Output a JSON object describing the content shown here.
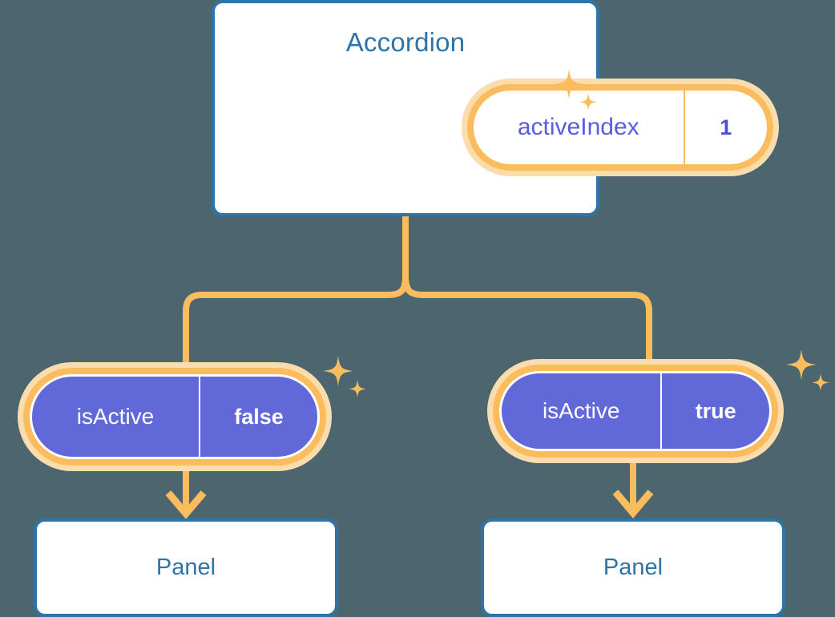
{
  "meta": {
    "title": "Accordion component state tree",
    "background_color": "#4c6670"
  },
  "colors": {
    "background": "#4c6670",
    "card_border": "#2d74a8",
    "card_text": "#2d74a8",
    "card_fill": "#ffffff",
    "pill_ring_outer": "#fbddad",
    "pill_ring_inner": "#fbbc5e",
    "pill_purple_fill": "#6169d9",
    "pill_purple_text": "#ffffff",
    "pill_white_fill": "#ffffff",
    "pill_white_key_text": "#5b5be0",
    "pill_white_value_text": "#4b4bdc",
    "connector": "#fbbc5e",
    "sparkle": "#fbbc5e"
  },
  "parent": {
    "title": "Accordion",
    "state": {
      "key": "activeIndex",
      "value": "1"
    }
  },
  "children": [
    {
      "id": "left",
      "state": {
        "key": "isActive",
        "value": "false"
      },
      "panel_label": "Panel"
    },
    {
      "id": "right",
      "state": {
        "key": "isActive",
        "value": "true"
      },
      "panel_label": "Panel"
    }
  ],
  "icons": {
    "sparkle_large": "sparkle-four-point-large",
    "sparkle_small": "sparkle-four-point-small",
    "arrow": "arrow-down-chevron"
  }
}
